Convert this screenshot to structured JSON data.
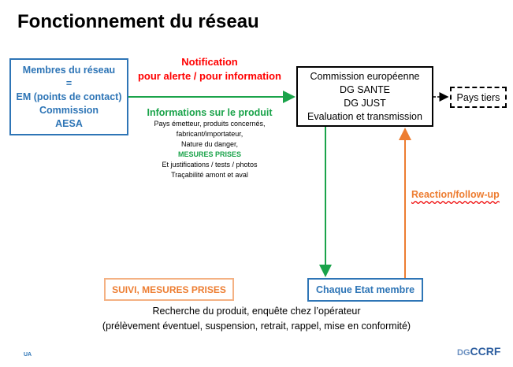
{
  "title": "Fonctionnement du réseau",
  "members_box": {
    "lines": [
      "Membres du réseau",
      "=",
      "EM (points de contact)",
      "Commission",
      "AESA"
    ]
  },
  "notification": {
    "line1": "Notification",
    "line2": "pour alerte / pour information"
  },
  "info_produit": {
    "title": "Informations sur le produit",
    "lines": [
      "Pays émetteur, produits concernés,",
      "fabricant/importateur,",
      "Nature du danger,",
      "MESURES PRISES",
      "Et justifications / tests / photos",
      "Traçabilité amont et aval"
    ]
  },
  "commission_box": {
    "lines": [
      "Commission européenne",
      "DG SANTE",
      "DG JUST",
      "Evaluation et transmission"
    ]
  },
  "pays_tiers": "Pays tiers",
  "reaction": "Reaction/follow-up",
  "etat_membre": "Chaque Etat membre",
  "suivi": "SUIVI, MESURES PRISES",
  "bottom": {
    "line1": "Recherche du produit, enquête chez l’opérateur",
    "line2": "(prélèvement éventuel, suspension, retrait, rappel, mise en conformité)"
  },
  "footer": {
    "ua": "UA",
    "logo_dg": "DG",
    "logo_ccrf": "CCRF"
  },
  "colors": {
    "blue": "#2e75b6",
    "red": "#ff0000",
    "green": "#1aa34a",
    "orange": "#ed7d31"
  }
}
